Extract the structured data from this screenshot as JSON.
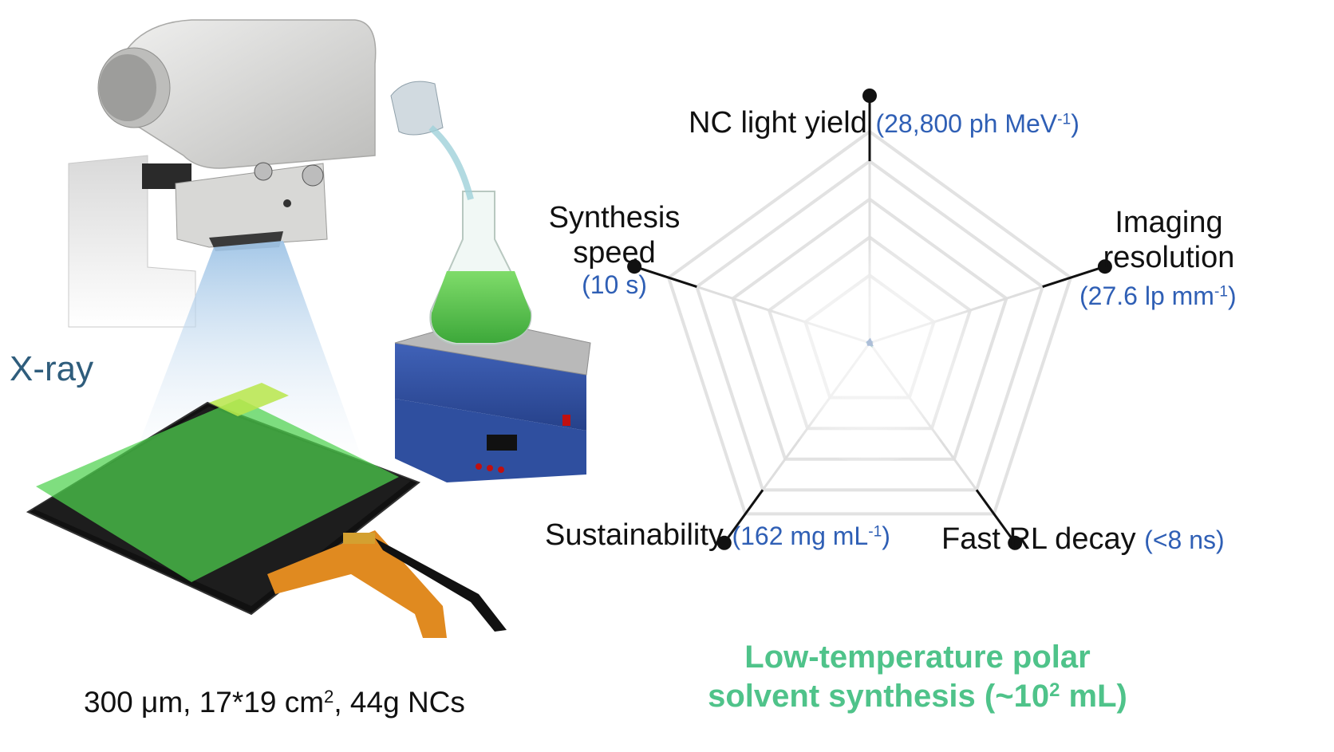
{
  "left_panel": {
    "xray_label": "X-ray",
    "caption": {
      "prefix": "300 μm, 17*19 cm",
      "sup": "2",
      "suffix": ", 44g NCs"
    }
  },
  "radar": {
    "axes": [
      {
        "name": "NC light yield",
        "value": "(28,800 ph MeV",
        "sup": "-1",
        "tail": ")"
      },
      {
        "name": "Imaging resolution",
        "name_line1": "Imaging",
        "name_line2": "resolution",
        "value": "(27.6 lp mm",
        "sup": "-1",
        "tail": ")"
      },
      {
        "name": "Fast RL decay",
        "value": "(<8 ns)"
      },
      {
        "name": "Sustainability",
        "value": "(162 mg mL",
        "sup": "-1",
        "tail": ")"
      },
      {
        "name": "Synthesis speed",
        "name_line1": "Synthesis",
        "name_line2": "speed",
        "value": "(10 s)"
      }
    ]
  },
  "bottom_title": {
    "line1": "Low-temperature polar",
    "line2_prefix": "solvent synthesis (~10",
    "line2_sup": "2",
    "line2_suffix": " mL)"
  },
  "colors": {
    "royal_blue": "#2456c8",
    "teal": "#2e8f8a",
    "light_green": "#5fd39a",
    "navy": "#1f4f94",
    "gray": "#8a8a8a",
    "label_blue": "#2f5fb5",
    "title_green": "#4fc38a"
  }
}
